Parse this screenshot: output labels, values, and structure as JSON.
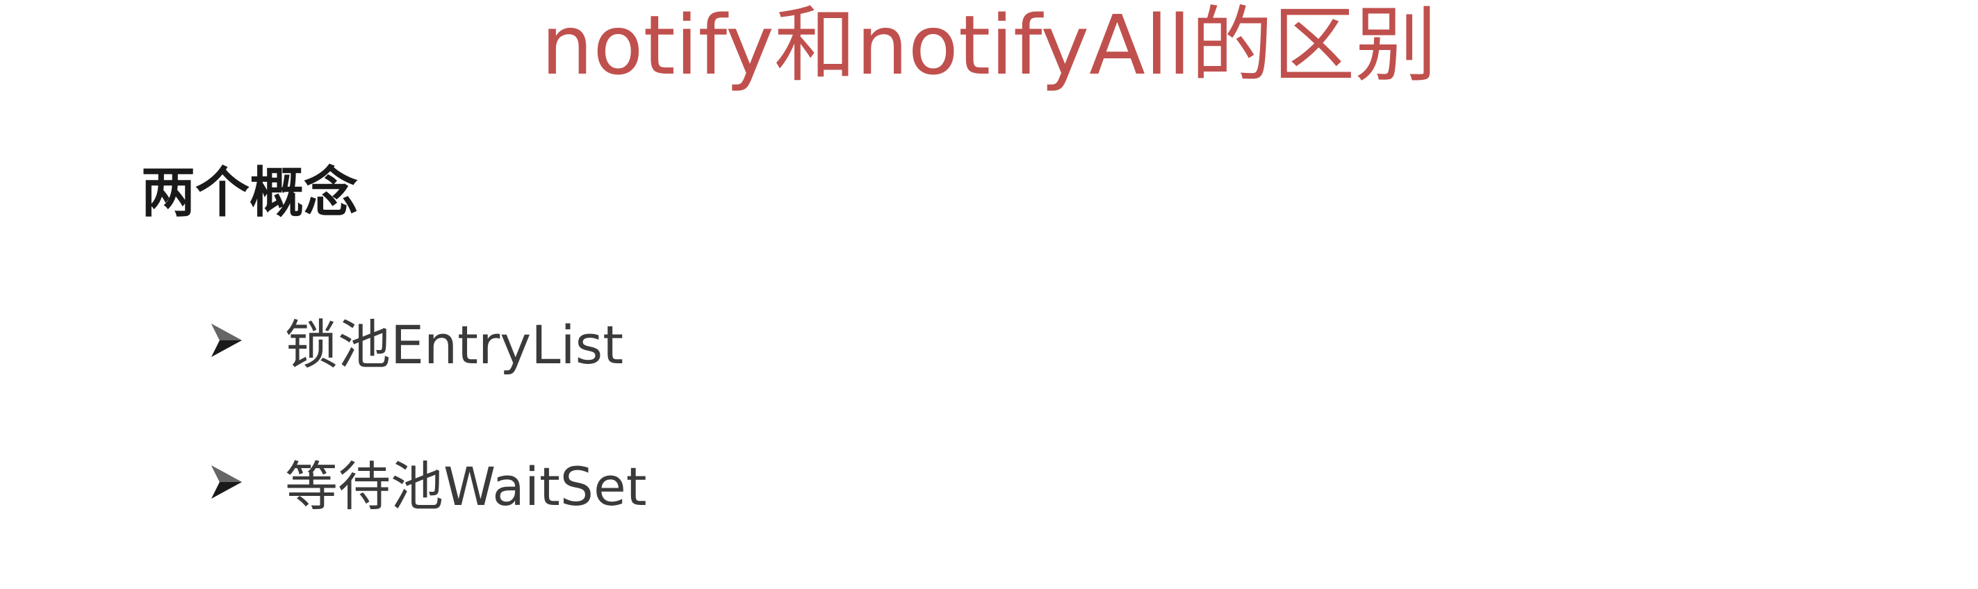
{
  "slide": {
    "title": "notify和notifyAll的区别",
    "heading": "两个概念",
    "items": [
      {
        "label": "锁池EntryList",
        "icon": "arrow-bullet-icon"
      },
      {
        "label": "等待池WaitSet",
        "icon": "arrow-bullet-icon"
      }
    ]
  },
  "colors": {
    "title": "#c0504d",
    "heading": "#1a1a1a",
    "item_text": "#3a3a3a"
  }
}
